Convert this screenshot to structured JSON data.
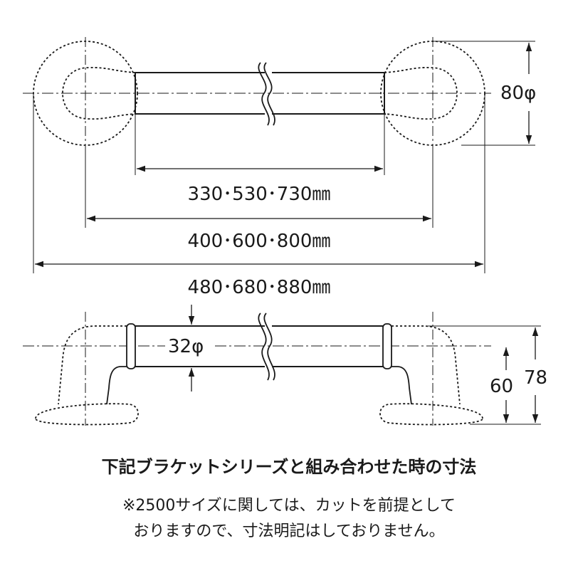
{
  "dimensions": {
    "diameter_80": "80φ",
    "inner_length": "330･530･730㎜",
    "center_length": "400･600･800㎜",
    "overall_length": "480･680･880㎜",
    "diameter_32": "32φ",
    "height_60": "60",
    "height_78": "78"
  },
  "caption": {
    "title": "下記ブラケットシリーズと組み合わせた時の寸法",
    "note_line1": "※2500サイズに関しては、カットを前提として",
    "note_line2": "おりますので、寸法明記はしておりません。"
  }
}
